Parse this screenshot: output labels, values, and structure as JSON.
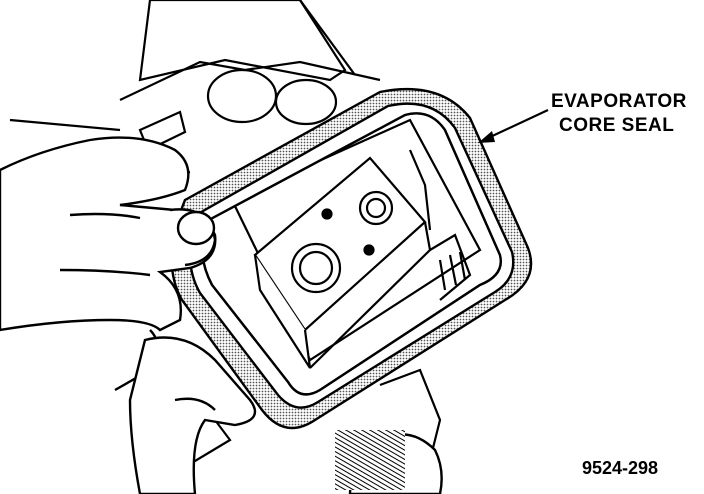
{
  "callout": {
    "line1": "EVAPORATOR",
    "line2": "CORE SEAL"
  },
  "figure_number": "9524-298",
  "colors": {
    "ink": "#000000",
    "paper": "#ffffff",
    "seal_shade": "#a8a8a8"
  }
}
